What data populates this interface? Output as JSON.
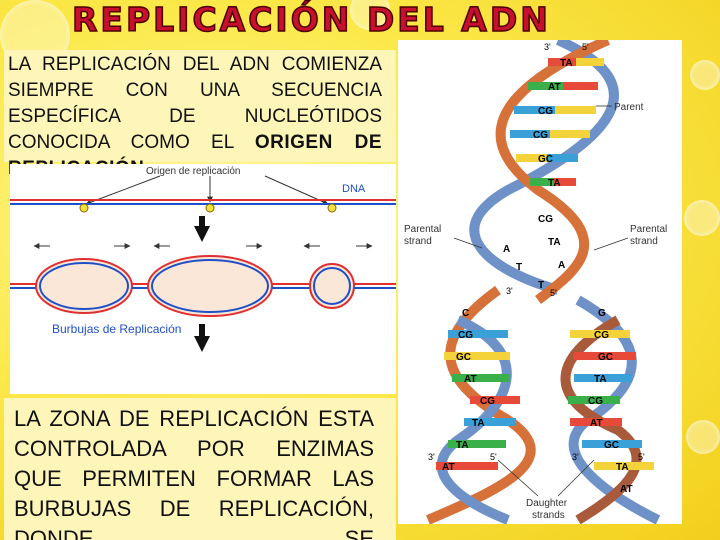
{
  "title": "REPLICACIÓN DEL ADN",
  "intro": {
    "text": "LA REPLICACIÓN DEL ADN COMIENZA SIEMPRE CON UNA SECUENCIA ESPECÍFICA DE NUCLEÓTIDOS CONOCIDA COMO EL",
    "highlight": "ORIGEN DE REPLICACIÓN",
    "end": "."
  },
  "diagram": {
    "origin_label": "Origen de replicación",
    "dna_label": "DNA",
    "bubbles_label": "Burbujas de Replicación"
  },
  "zone_text": "LA ZONA DE REPLICACIÓN ESTA CONTROLADA POR ENZIMAS QUE PERMITEN FORMAR LAS BURBUJAS DE REPLICACIÓN, DONDE SE",
  "helix": {
    "parent": "Parent",
    "parental_strand_left": [
      "Parental",
      "strand"
    ],
    "parental_strand_right": [
      "Parental",
      "strand"
    ],
    "daughter": [
      "Daughter",
      "strands"
    ],
    "prime_3": "3'",
    "prime_5": "5'",
    "pairs_top": [
      "TA",
      "AT",
      "CG",
      "CG",
      "GC",
      "TA",
      "CG",
      "TA"
    ],
    "left_pairs": [
      "C",
      "CG",
      "GC",
      "AT",
      "CG",
      "TA",
      "TA",
      "AT"
    ],
    "right_pairs": [
      "G",
      "CG",
      "GC",
      "TA",
      "CG",
      "AT",
      "GC",
      "TA",
      "AT"
    ],
    "letters_mid": [
      "A",
      "T",
      "T",
      "A"
    ]
  },
  "colors": {
    "title": "#c8102e",
    "strand_blue": "#6e92c8",
    "strand_orange": "#d6713a",
    "strand_brown": "#a85a3a",
    "line_red": "#e03030",
    "line_blue": "#2050c8",
    "bubble_fill": "#fbe7d8",
    "dot": "#f4e040"
  }
}
